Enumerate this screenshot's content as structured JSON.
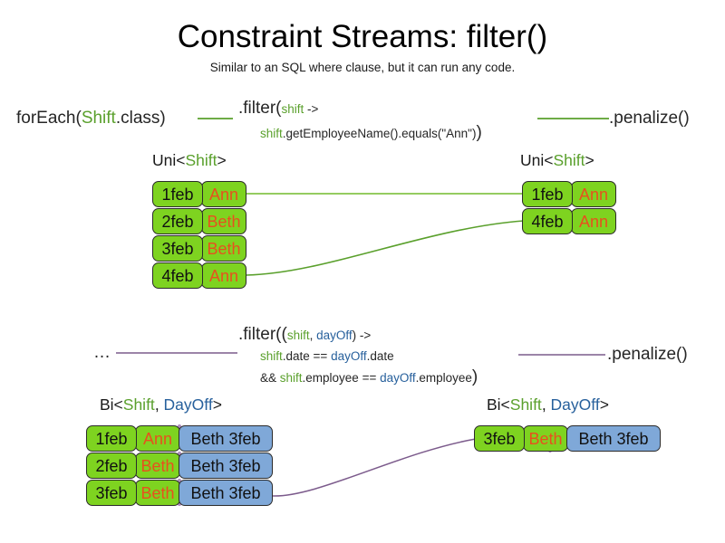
{
  "slide": {
    "title": "Constraint Streams: filter()",
    "subtitle": "Similar to an SQL where clause, but it can run any code."
  },
  "section_uni": {
    "source_label_pre": "forEach(",
    "source_label_type": "Shift",
    "source_label_post": ".class)",
    "filter_head": ".filter(",
    "filter_param": "shift",
    "filter_arrow": " ->",
    "filter_body_var": "shift",
    "filter_body_rest": ".getEmployeeName().equals(\"Ann\")",
    "filter_close": ")",
    "terminal_label": ".penalize()",
    "input_header_pre": "Uni<",
    "input_header_type": "Shift",
    "input_header_post": ">",
    "output_header_pre": "Uni<",
    "output_header_type": "Shift",
    "output_header_post": ">",
    "input_rows": [
      {
        "date": "1feb",
        "name": "Ann"
      },
      {
        "date": "2feb",
        "name": "Beth"
      },
      {
        "date": "3feb",
        "name": "Beth"
      },
      {
        "date": "4feb",
        "name": "Ann"
      }
    ],
    "output_rows": [
      {
        "date": "1feb",
        "name": "Ann"
      },
      {
        "date": "4feb",
        "name": "Ann"
      }
    ]
  },
  "section_bi": {
    "source_label": "…",
    "filter_head": ".filter((",
    "filter_param_shift": "shift",
    "filter_param_sep": ", ",
    "filter_param_dayoff": "dayOff",
    "filter_arrow": ") ->",
    "line2_var": "shift",
    "line2_mid": ".date == ",
    "line2_var2": "dayOff",
    "line2_end": ".date",
    "line3_amp": "&& ",
    "line3_var": "shift",
    "line3_mid": ".employee == ",
    "line3_var2": "dayOff",
    "line3_end": ".employee",
    "filter_close": ")",
    "terminal_label": ".penalize()",
    "input_header_pre": "Bi<",
    "input_header_type1": "Shift",
    "input_header_sep": ", ",
    "input_header_type2": "DayOff",
    "input_header_post": ">",
    "output_header_pre": "Bi<",
    "output_header_type1": "Shift",
    "output_header_sep": ", ",
    "output_header_type2": "DayOff",
    "output_header_post": ">",
    "input_rows": [
      {
        "date": "1feb",
        "name": "Ann",
        "dayoff": "Beth 3feb"
      },
      {
        "date": "2feb",
        "name": "Beth",
        "dayoff": "Beth 3feb"
      },
      {
        "date": "3feb",
        "name": "Beth",
        "dayoff": "Beth 3feb"
      }
    ],
    "output_rows": [
      {
        "date": "3feb",
        "name": "Beth",
        "dayoff": "Beth 3feb"
      }
    ]
  },
  "colors": {
    "shift_green": "#7ed320",
    "dayoff_blue": "#7fa8d8",
    "name_orange": "#e8501e",
    "token_green": "#5aa02c",
    "token_blue": "#27609c",
    "wire_purple": "#7c5b8c",
    "background": "#ffffff"
  }
}
